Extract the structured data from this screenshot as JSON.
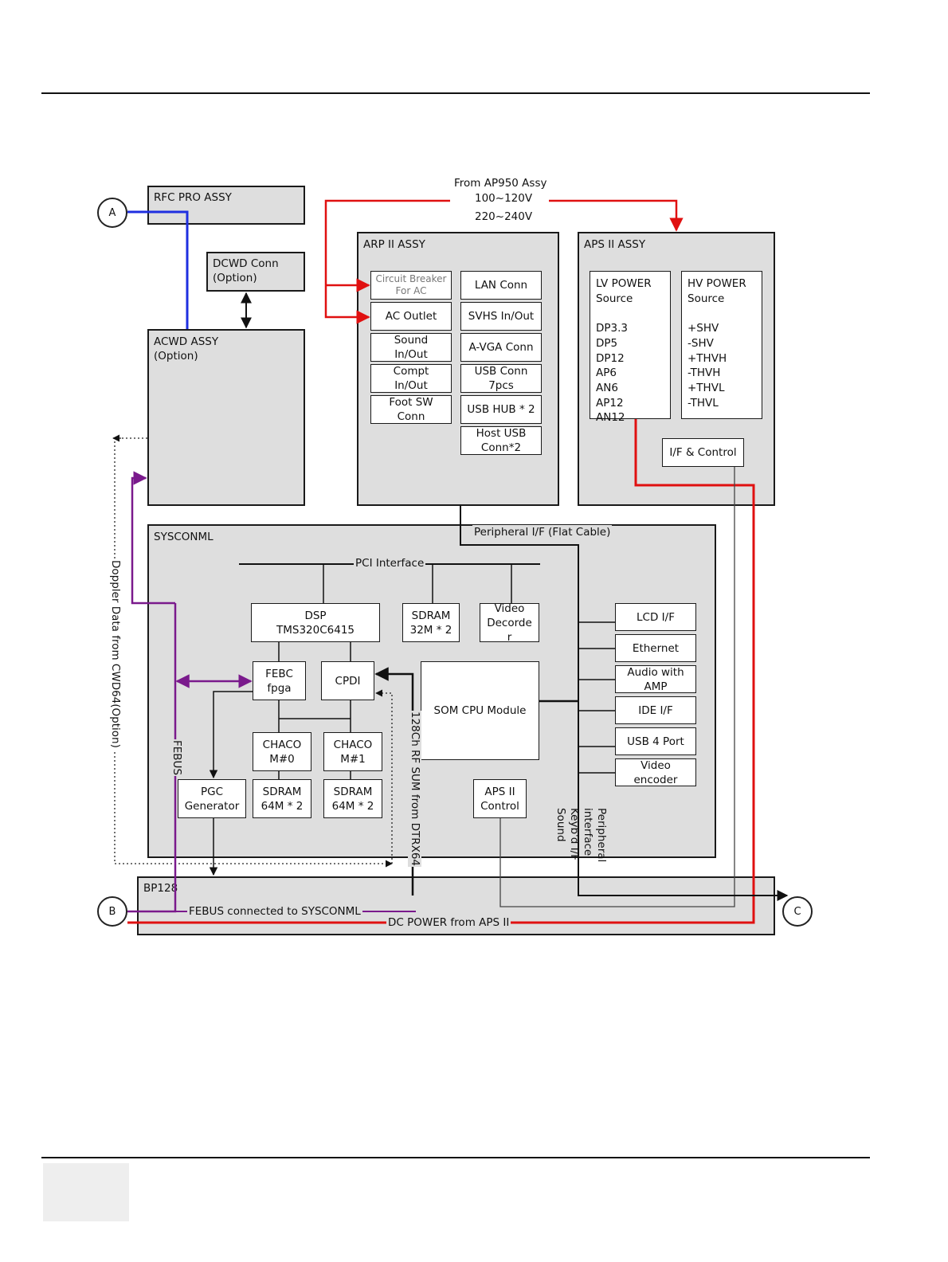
{
  "connectors": {
    "a": "A",
    "b": "B",
    "c": "C"
  },
  "rfc_pro": "RFC PRO ASSY",
  "dcwd": "DCWD Conn\n(Option)",
  "acwd": "ACWD ASSY\n(Option)",
  "arp": {
    "title": "ARP II ASSY",
    "left": [
      "Circuit Breaker\nFor AC",
      "AC Outlet",
      "Sound\nIn/Out",
      "Compt\nIn/Out",
      "Foot SW\nConn"
    ],
    "right": [
      "LAN Conn",
      "SVHS In/Out",
      "A-VGA Conn",
      "USB Conn\n7pcs",
      "USB HUB * 2",
      "Host USB\nConn*2"
    ]
  },
  "aps": {
    "title": "APS II ASSY",
    "lv": "LV POWER\nSource\n\nDP3.3\nDP5\nDP12\nAP6\nAN6\nAP12\nAN12",
    "hv": "HV POWER\nSource\n\n+SHV\n-SHV\n+THVH\n-THVH\n+THVL\n-THVL",
    "ifc": "I/F & Control"
  },
  "power_in": {
    "from": "From AP950 Assy",
    "v1": "100~120V",
    "v2": "220~240V"
  },
  "sysconml": {
    "title": "SYSCONML",
    "peripheral_flat": "Peripheral I/F (Flat Cable)",
    "pci": "PCI Interface",
    "dsp": "DSP\nTMS320C6415",
    "sdram32": "SDRAM\n32M * 2",
    "video_dec": "Video\nDecorde\nr",
    "febc": "FEBC\nfpga",
    "cpdi": "CPDI",
    "som": "SOM CPU Module",
    "chaco0": "CHACO\nM#0",
    "chaco1": "CHACO\nM#1",
    "pgc": "PGC\nGenerator",
    "sdram64a": "SDRAM\n64M * 2",
    "sdram64b": "SDRAM\n64M * 2",
    "aps_ctrl": "APS II\nControl",
    "right": [
      "LCD I/F",
      "Ethernet",
      "Audio with\nAMP",
      "IDE I/F",
      "USB 4 Port",
      "Video\nencoder"
    ]
  },
  "labels": {
    "doppler": "Doppler Data from CWD64(Option)",
    "febus": "FEBUS",
    "rf_sum": "128Ch RF SUM from DTRX64",
    "periph_v": "Peripheral\ninterface\nKeyb'd I/F\nSound"
  },
  "bp128": {
    "title": "BP128",
    "febus_conn": "FEBUS connected to SYSCONML",
    "dc_power": "DC POWER from APS II"
  },
  "colors": {
    "power": "#e01010",
    "rfc_link": "#1f2fe0",
    "febus": "#7a1a8c"
  }
}
